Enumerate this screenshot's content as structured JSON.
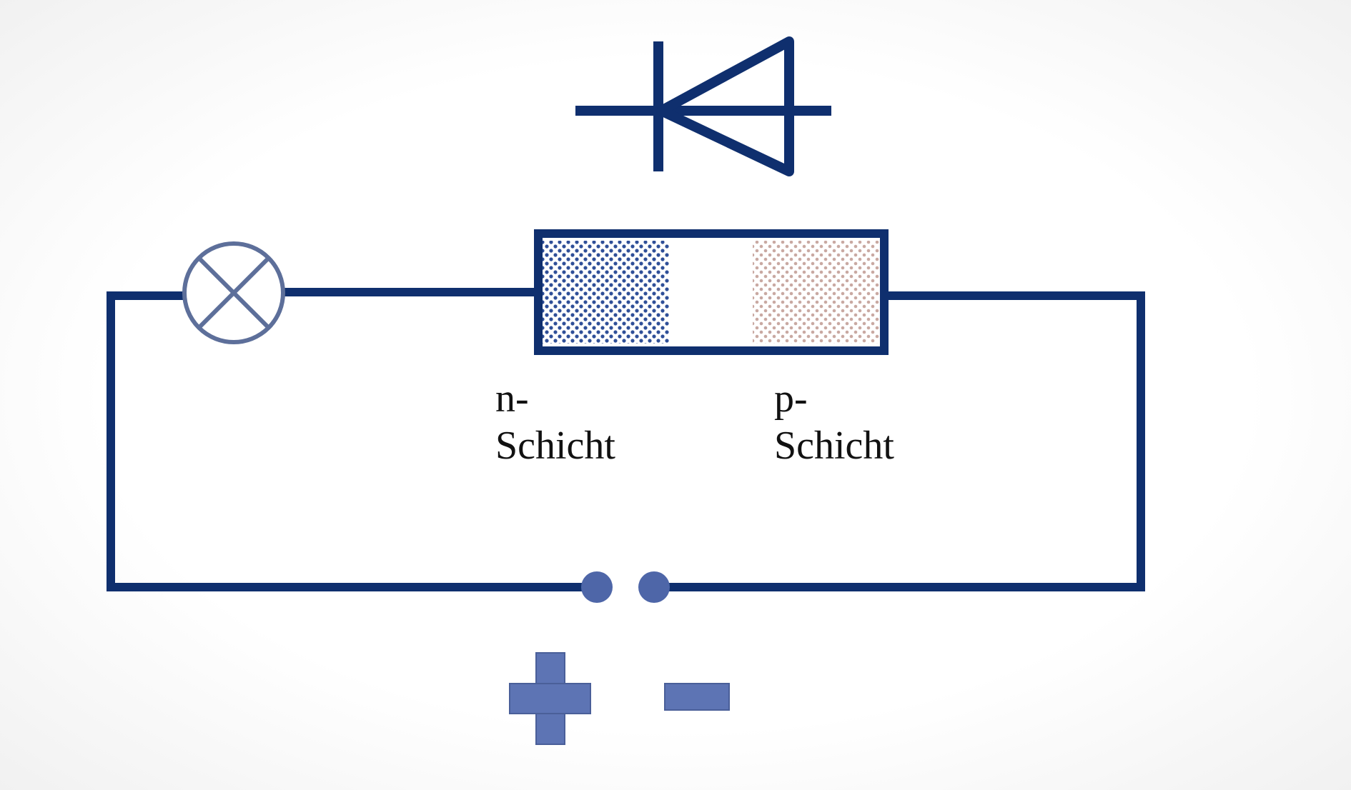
{
  "diagram": {
    "labels": {
      "n_layer": [
        "n-",
        "Schicht"
      ],
      "p_layer": [
        "p-",
        "Schicht"
      ]
    },
    "terminals": {
      "positive_symbol": "plus-sign",
      "negative_symbol": "minus-sign"
    },
    "colors": {
      "wire": "#0f2f6e",
      "lamp": "#5d6f9a",
      "n_dots": "#2f4f98",
      "p_dots": "#c9a9a2",
      "terminal": "#5d74b4",
      "text": "#111111"
    }
  }
}
